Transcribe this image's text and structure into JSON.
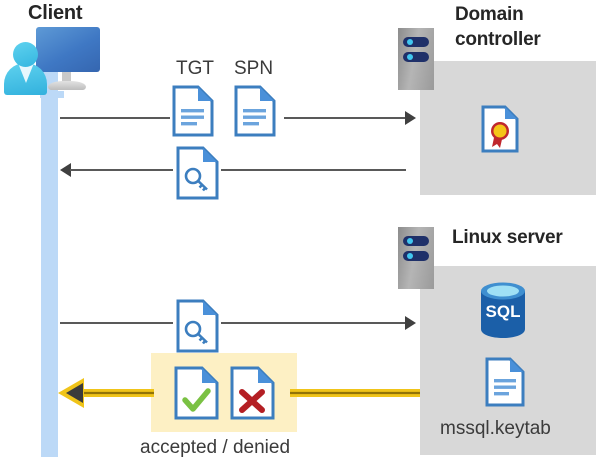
{
  "diagram": {
    "type": "kerberos-authentication-sequence",
    "actors": {
      "client": {
        "title": "Client",
        "icon": "client-computer-user-icon"
      },
      "domain_controller": {
        "title": "Domain controller",
        "rack_icon": "server-rack-icon",
        "contents": [
          {
            "icon": "certificate-document-icon",
            "label": ""
          }
        ]
      },
      "linux_server": {
        "title": "Linux server",
        "rack_icon": "server-rack-icon",
        "contents": [
          {
            "icon": "sql-database-icon",
            "label": "SQL"
          },
          {
            "icon": "keytab-document-icon",
            "label": "mssql.keytab"
          }
        ]
      }
    },
    "messages": [
      {
        "id": "msg-1",
        "direction": "right",
        "from": "client",
        "to": "domain_controller",
        "payload_labels": [
          "TGT",
          "SPN"
        ],
        "payload_icons": [
          "document-icon",
          "document-icon"
        ],
        "color": "#595959"
      },
      {
        "id": "msg-2",
        "direction": "left",
        "from": "domain_controller",
        "to": "client",
        "payload_labels": [],
        "payload_icons": [
          "key-document-icon"
        ],
        "color": "#595959"
      },
      {
        "id": "msg-3",
        "direction": "right",
        "from": "client",
        "to": "linux_server",
        "payload_labels": [],
        "payload_icons": [
          "key-document-icon"
        ],
        "color": "#595959"
      },
      {
        "id": "msg-4",
        "direction": "left",
        "from": "linux_server",
        "to": "client",
        "payload_labels": [
          "accepted / denied"
        ],
        "payload_icons": [
          "accepted-document-icon",
          "denied-document-icon"
        ],
        "color": "#f0c419",
        "highlighted": true
      }
    ],
    "labels": {
      "tgt": "TGT",
      "spn": "SPN",
      "accepted_denied": "accepted / denied",
      "keytab_file": "mssql.keytab",
      "sql_text": "SQL"
    },
    "colors": {
      "panel_gray": "#d8d8d8",
      "lifeline_blue": "#bcd9f7",
      "highlight_yellow": "#fdf0c4",
      "gold_arrow": "#f0c419",
      "arrow_gray": "#595959",
      "doc_blue": "#3c7ebf",
      "accept_green": "#7ac143",
      "deny_red": "#b41f24",
      "sql_blue": "#1b5fa8",
      "title_text": "#262626"
    }
  }
}
